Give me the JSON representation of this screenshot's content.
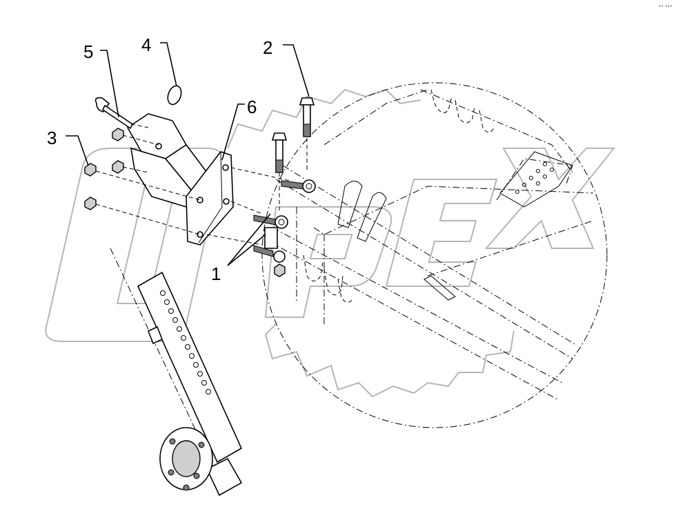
{
  "diagram": {
    "callouts": [
      {
        "id": "1",
        "label": "1"
      },
      {
        "id": "2",
        "label": "2"
      },
      {
        "id": "3",
        "label": "3"
      },
      {
        "id": "4",
        "label": "4"
      },
      {
        "id": "5",
        "label": "5"
      },
      {
        "id": "6",
        "label": "6"
      }
    ],
    "corner_mark": "•• •••",
    "watermark_text": "OPEX"
  },
  "colors": {
    "line": "#000000",
    "watermark": "#b5b5b5",
    "background": "#ffffff"
  }
}
